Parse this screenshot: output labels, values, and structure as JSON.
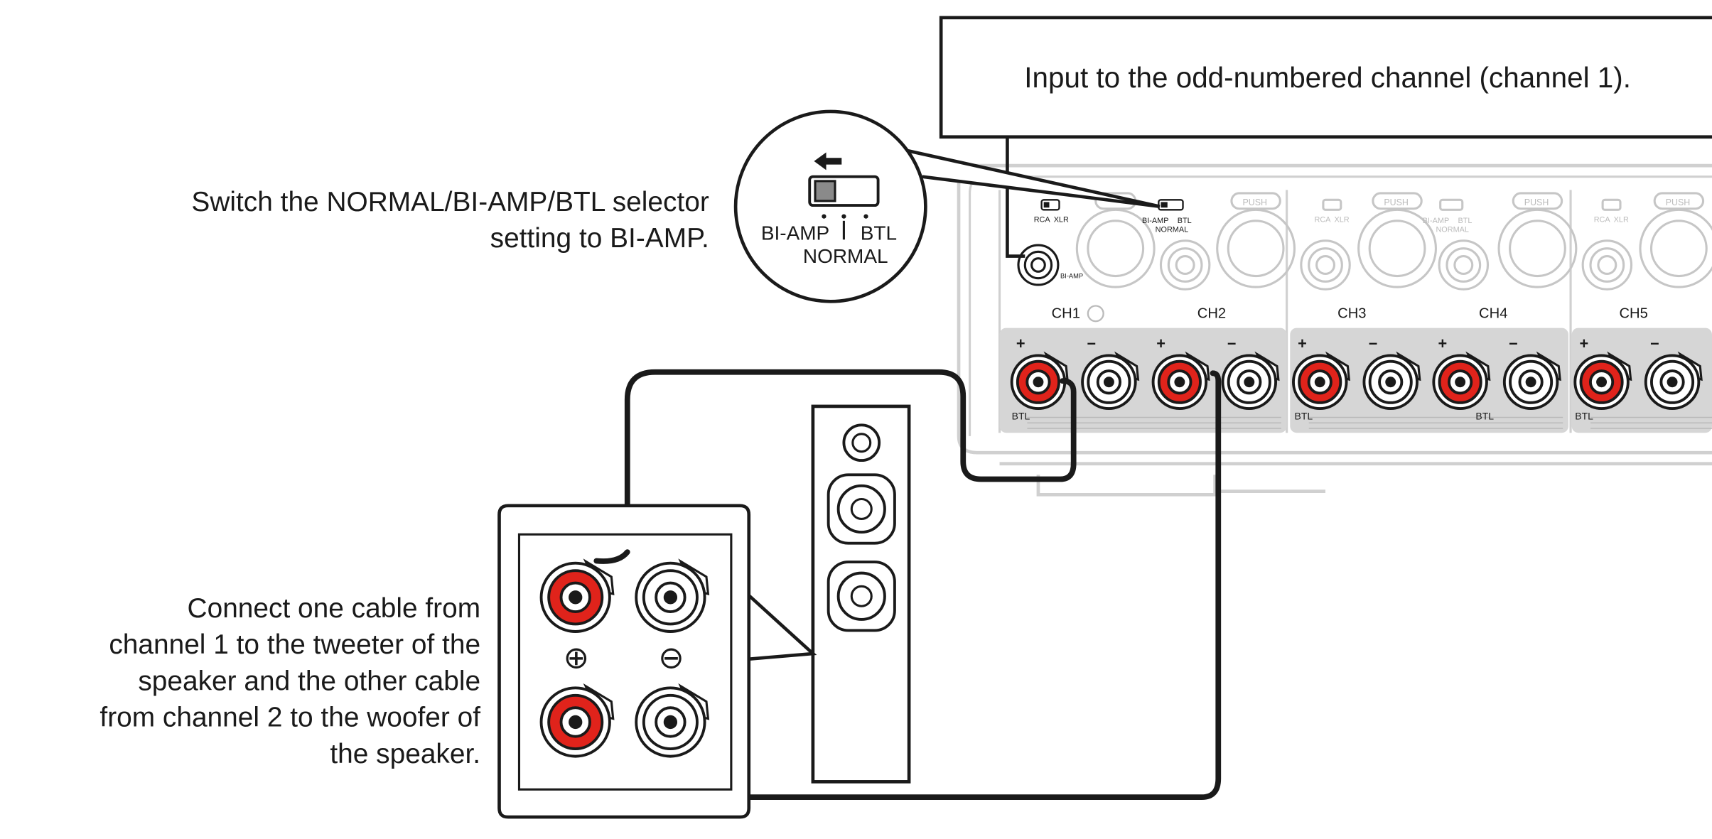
{
  "captions": {
    "input_box": "Input to the odd-numbered channel (channel 1).",
    "selector_lines": [
      "Switch the NORMAL/BI-AMP/BTL selector",
      "setting to BI-AMP."
    ],
    "connect_lines": [
      "Connect one cable from",
      "channel 1 to the tweeter of the",
      "speaker and the other cable",
      "from channel 2 to the woofer of",
      "the speaker."
    ]
  },
  "switch_callout": {
    "left_label": "BI-AMP",
    "right_label": "BTL",
    "bottom_label": "NORMAL"
  },
  "panel": {
    "channel_labels": [
      "CH1",
      "CH2",
      "CH3",
      "CH4",
      "CH5"
    ],
    "push_label": "PUSH",
    "rca_label": "RCA",
    "xlr_label": "XLR",
    "bi_amp_label": "BI-AMP",
    "btl_label": "BTL",
    "normal_label": "NORMAL",
    "plus_sign": "+",
    "minus_sign": "−"
  },
  "speaker": {
    "plus_symbol": "⊕",
    "minus_symbol": "⊖"
  },
  "colors": {
    "terminal_red": "#e0231b",
    "panel_gray": "#d6d6d6",
    "line_black": "#1a1a1a"
  }
}
